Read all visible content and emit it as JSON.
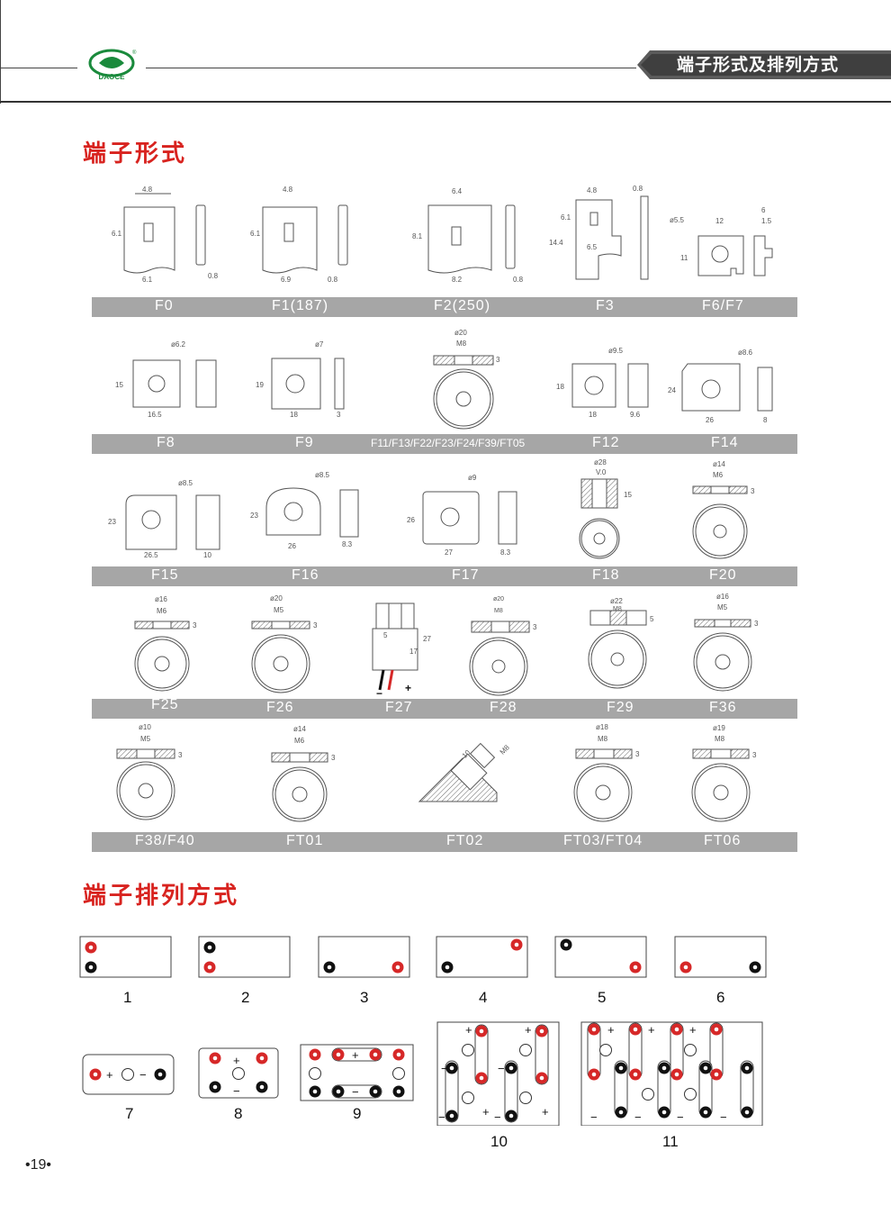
{
  "header": {
    "title": "端子形式及排列方式"
  },
  "sections": {
    "terminal_types": "端子形式",
    "arrangements": "端子排列方式"
  },
  "rows": [
    {
      "labels": [
        "F0",
        "F1(187)",
        "F2(250)",
        "F3",
        "F6/F7"
      ]
    },
    {
      "labels": [
        "F8",
        "F9",
        "F11/F13/F22/F23/F24/F39/FT05",
        "F12",
        "F14"
      ]
    },
    {
      "labels": [
        "F15",
        "F16",
        "F17",
        "F18",
        "F20"
      ]
    },
    {
      "labels": [
        "F25",
        "F26",
        "F27",
        "F28",
        "F29",
        "F36"
      ]
    },
    {
      "labels": [
        "F38/F40",
        "FT01",
        "FT02",
        "FT03/FT04",
        "FT06"
      ]
    }
  ],
  "drawing_dims": {
    "f0": [
      "4.8",
      "6.1",
      "6.1",
      "0.8"
    ],
    "f1": [
      "4.8",
      "6.1",
      "6.9",
      "0.8"
    ],
    "f2": [
      "6.4",
      "8.1",
      "8.2",
      "0.8"
    ],
    "f3": [
      "4.8",
      "0.8",
      "6.1",
      "14.4",
      "6.5"
    ],
    "f6": [
      "ø5.5",
      "12",
      "6",
      "1.5",
      "11"
    ],
    "f8": [
      "ø6.2",
      "15",
      "16.5"
    ],
    "f9": [
      "ø7",
      "19",
      "18",
      "3"
    ],
    "f11": [
      "ø20",
      "M8",
      "3"
    ],
    "f12": [
      "ø9.5",
      "18",
      "18",
      "9.6"
    ],
    "f14": [
      "ø8.6",
      "24",
      "26",
      "8"
    ],
    "f15": [
      "ø8.5",
      "23",
      "26.5",
      "10"
    ],
    "f16": [
      "ø8.5",
      "23",
      "26",
      "8.3"
    ],
    "f17": [
      "ø9",
      "26",
      "27",
      "8.3"
    ],
    "f18": [
      "ø28",
      "V.0",
      "15"
    ],
    "f20": [
      "ø14",
      "M6",
      "3"
    ],
    "f25": [
      "ø16",
      "M6",
      "3"
    ],
    "f26": [
      "ø20",
      "M5",
      "3"
    ],
    "f27": [
      "5",
      "17",
      "27"
    ],
    "f28": [
      "ø20",
      "M8",
      "3"
    ],
    "f29": [
      "ø22",
      "M8",
      "5"
    ],
    "f36": [
      "ø16",
      "M5",
      "3"
    ],
    "f38": [
      "ø10",
      "M5",
      "3"
    ],
    "ft01": [
      "ø14",
      "M6",
      "3"
    ],
    "ft02": [
      "10",
      "M8"
    ],
    "ft03": [
      "ø18",
      "M8",
      "3"
    ],
    "ft06": [
      "ø19",
      "M8",
      "3"
    ]
  },
  "arrangement_labels": [
    "1",
    "2",
    "3",
    "4",
    "5",
    "6",
    "7",
    "8",
    "9",
    "10",
    "11"
  ],
  "symbols": {
    "plus": "+",
    "minus": "−"
  },
  "page_number": "•19•",
  "colors": {
    "accent_red": "#d8231f",
    "positive": "#d62828",
    "negative": "#111111",
    "bar_gray": "#a6a6a6",
    "banner": "#3f3f3f",
    "logo_green": "#1a8a3c"
  }
}
